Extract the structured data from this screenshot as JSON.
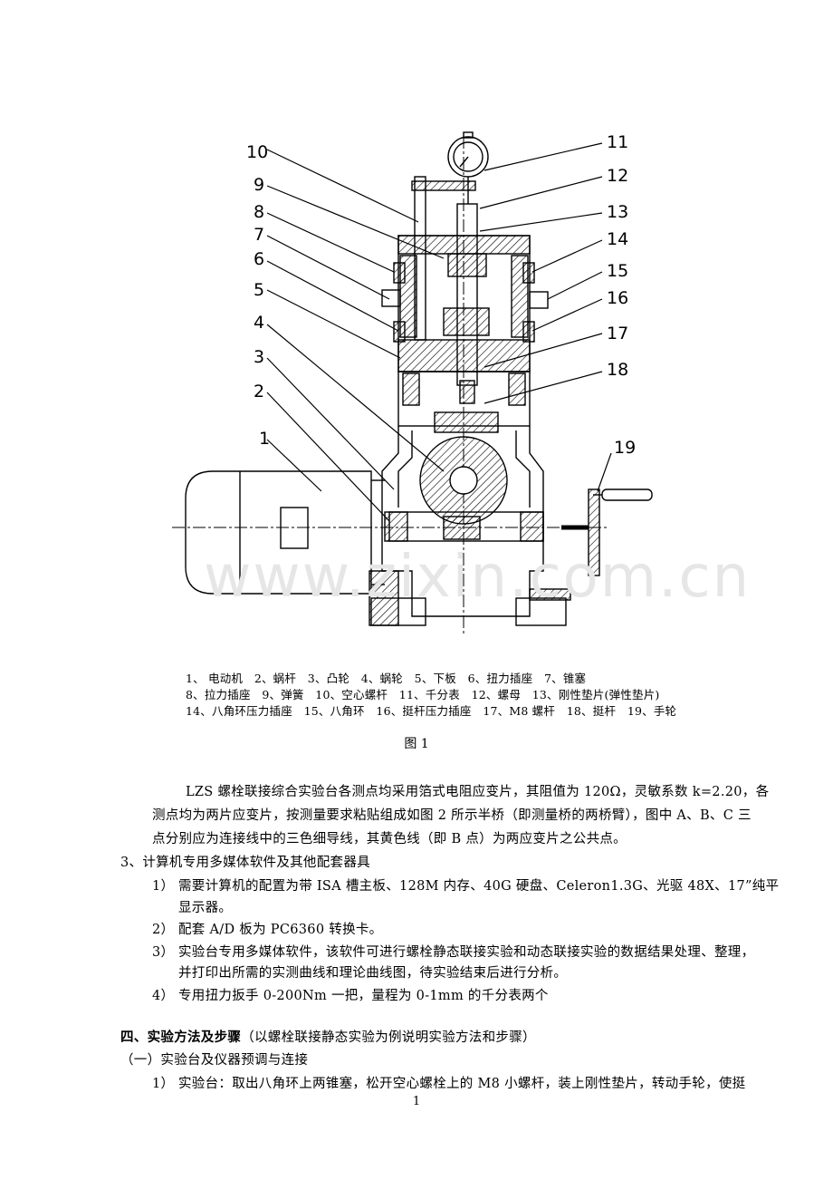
{
  "figure": {
    "callouts": [
      "1",
      "2",
      "3",
      "4",
      "5",
      "6",
      "7",
      "8",
      "9",
      "10",
      "11",
      "12",
      "13",
      "14",
      "15",
      "16",
      "17",
      "18",
      "19"
    ],
    "legend": [
      "1、 电动机　2、蜗杆　3、凸轮　4、蜗轮　5、下板　6、扭力插座　7、锥塞",
      "8、拉力插座　9、弹簧　10、空心螺杆　11、千分表　12、螺母　13、刚性垫片(弹性垫片)",
      "14、八角环压力插座　15、八角环　16、挺杆压力插座　17、M8 螺杆　18、挺杆　19、手轮"
    ],
    "caption": "图 1",
    "watermark": "www.zixin.com.cn"
  },
  "body": {
    "p1_line1": "LZS 螺栓联接综合实验台各测点均采用箔式电阻应变片，其阻值为 120Ω，灵敏系数 k=2.20，各",
    "p1_line2": "测点均为两片应变片，按测量要求粘贴组成如图 2 所示半桥（即测量桥的两桥臂），图中 A、B、C 三",
    "p1_line3": "点分别应为连接线中的三色细导线，其黄色线（即 B 点）为两应变片之公共点。",
    "h3": "3、计算机专用多媒体软件及其他配套器具",
    "item1_num": "1）",
    "item1_line1": "需要计算机的配置为带 ISA 槽主板、128M 内存、40G 硬盘、Celeron1.3G、光驱 48X、17”纯平",
    "item1_line2": "显示器。",
    "item2_num": "2）",
    "item2_line1": "配套 A/D 板为 PC6360 转换卡。",
    "item3_num": "3）",
    "item3_line1": "实验台专用多媒体软件，该软件可进行螺栓静态联接实验和动态联接实验的数据结果处理、整理，",
    "item3_line2": "并打印出所需的实测曲线和理论曲线图，待实验结束后进行分析。",
    "item4_num": "4）",
    "item4_line1": "专用扭力扳手 0-200Nm 一把，量程为 0-1mm 的千分表两个",
    "h4_bold": "四、实验方法及步骤",
    "h4_rest": "（以螺栓联接静态实验为例说明实验方法和步骤）",
    "sub1": "（一）实验台及仪器预调与连接",
    "step1_num": "1）",
    "step1_line1": "实验台：取出八角环上两锥塞，松开空心螺栓上的 M8 小螺杆，装上刚性垫片，转动手轮，使挺"
  },
  "page_number": "1"
}
